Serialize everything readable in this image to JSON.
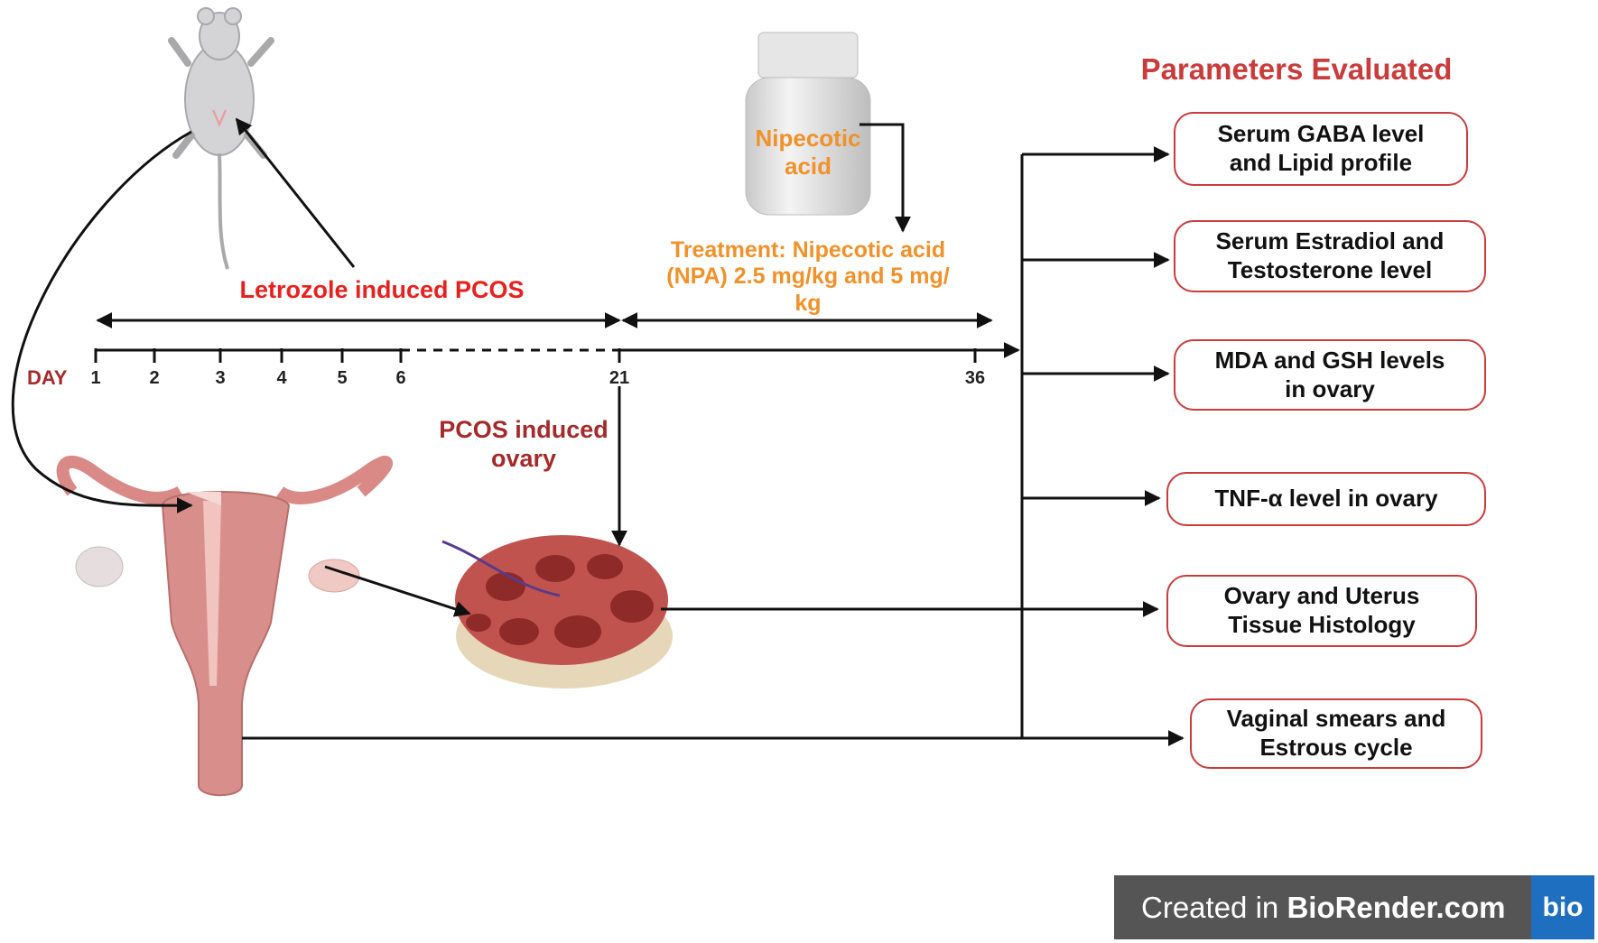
{
  "heading": "Parameters Evaluated",
  "labels": {
    "letrozole": "Letrozole induced  PCOS",
    "nipecotic_bottle_1": "Nipecotic",
    "nipecotic_bottle_2": "acid",
    "treatment_1": "Treatment: Nipecotic acid",
    "treatment_2": "(NPA) 2.5 mg/kg and 5 mg/",
    "treatment_3": "kg",
    "pcos_ovary_1": "PCOS induced",
    "pcos_ovary_2": "ovary",
    "day": "DAY"
  },
  "days": [
    "1",
    "2",
    "3",
    "4",
    "5",
    "6",
    "21",
    "36"
  ],
  "parameters": [
    {
      "line1": "Serum GABA level",
      "line2": "and Lipid profile"
    },
    {
      "line1": "Serum Estradiol and",
      "line2": "Testosterone level"
    },
    {
      "line1": "MDA and GSH levels",
      "line2": "in ovary"
    },
    {
      "line1": "TNF-α level  in ovary",
      "line2": ""
    },
    {
      "line1": "Ovary and Uterus",
      "line2": "Tissue Histology"
    },
    {
      "line1": "Vaginal smears and",
      "line2": "Estrous cycle"
    }
  ],
  "branding": {
    "prefix": "Created in ",
    "brand": "BioRender.com",
    "logo": "bio"
  }
}
